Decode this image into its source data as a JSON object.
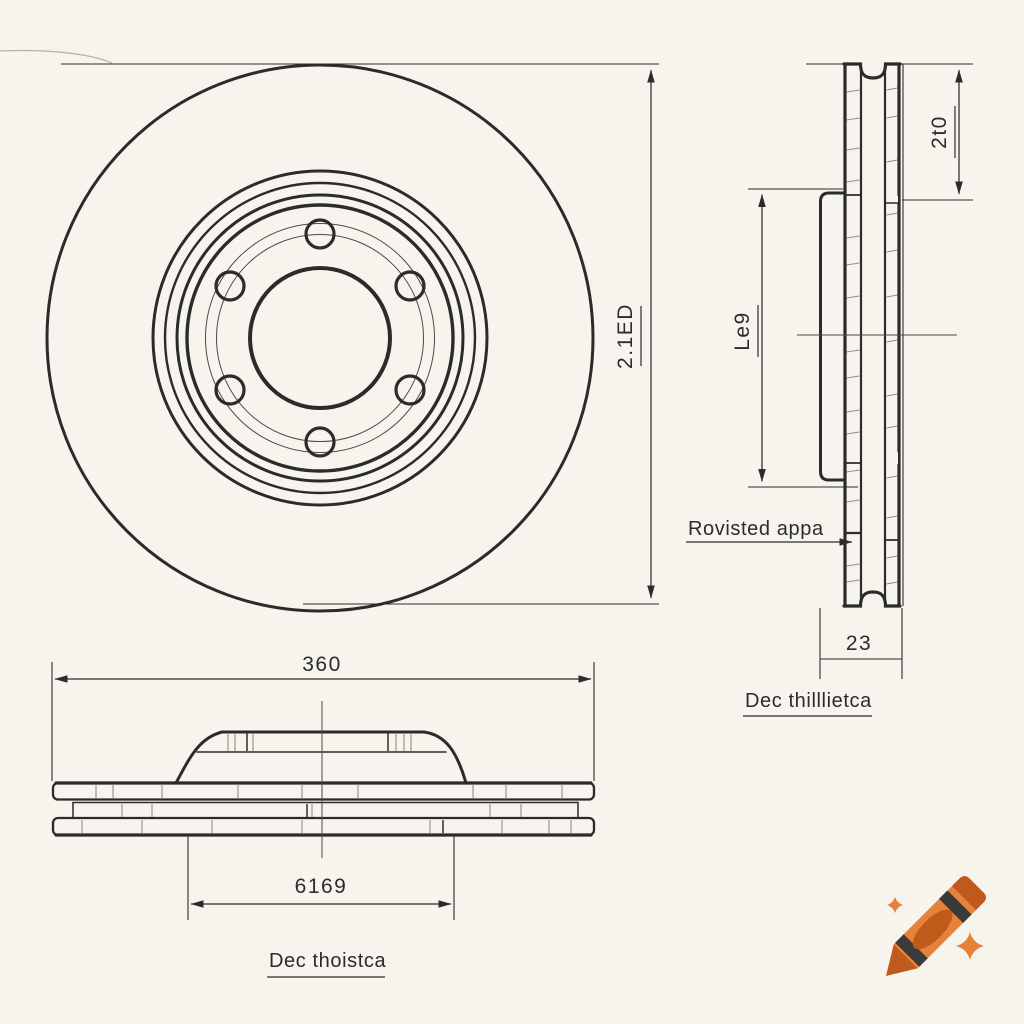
{
  "meta": {
    "background_color": "#f6f4ed",
    "line_color": "#2b2b2b"
  },
  "front_view": {
    "diameter_label": "2.1ED"
  },
  "side_view": {
    "top_dim_label": "2t0",
    "height_dim_label": "Le9",
    "thickness_dim_label": "23",
    "callout_label": "Rovisted appa",
    "caption": "Dec thilllietca"
  },
  "bottom_view": {
    "width_dim_label": "360",
    "inner_dim_label": "6169",
    "caption": "Dec thoistca"
  },
  "logo": {
    "icon": "crayon-with-sparkles-icon",
    "colors": {
      "body": "#e7823b",
      "dark": "#c05a1c",
      "stripe": "#3a3a3a",
      "sparkle": "#e7823b"
    }
  }
}
